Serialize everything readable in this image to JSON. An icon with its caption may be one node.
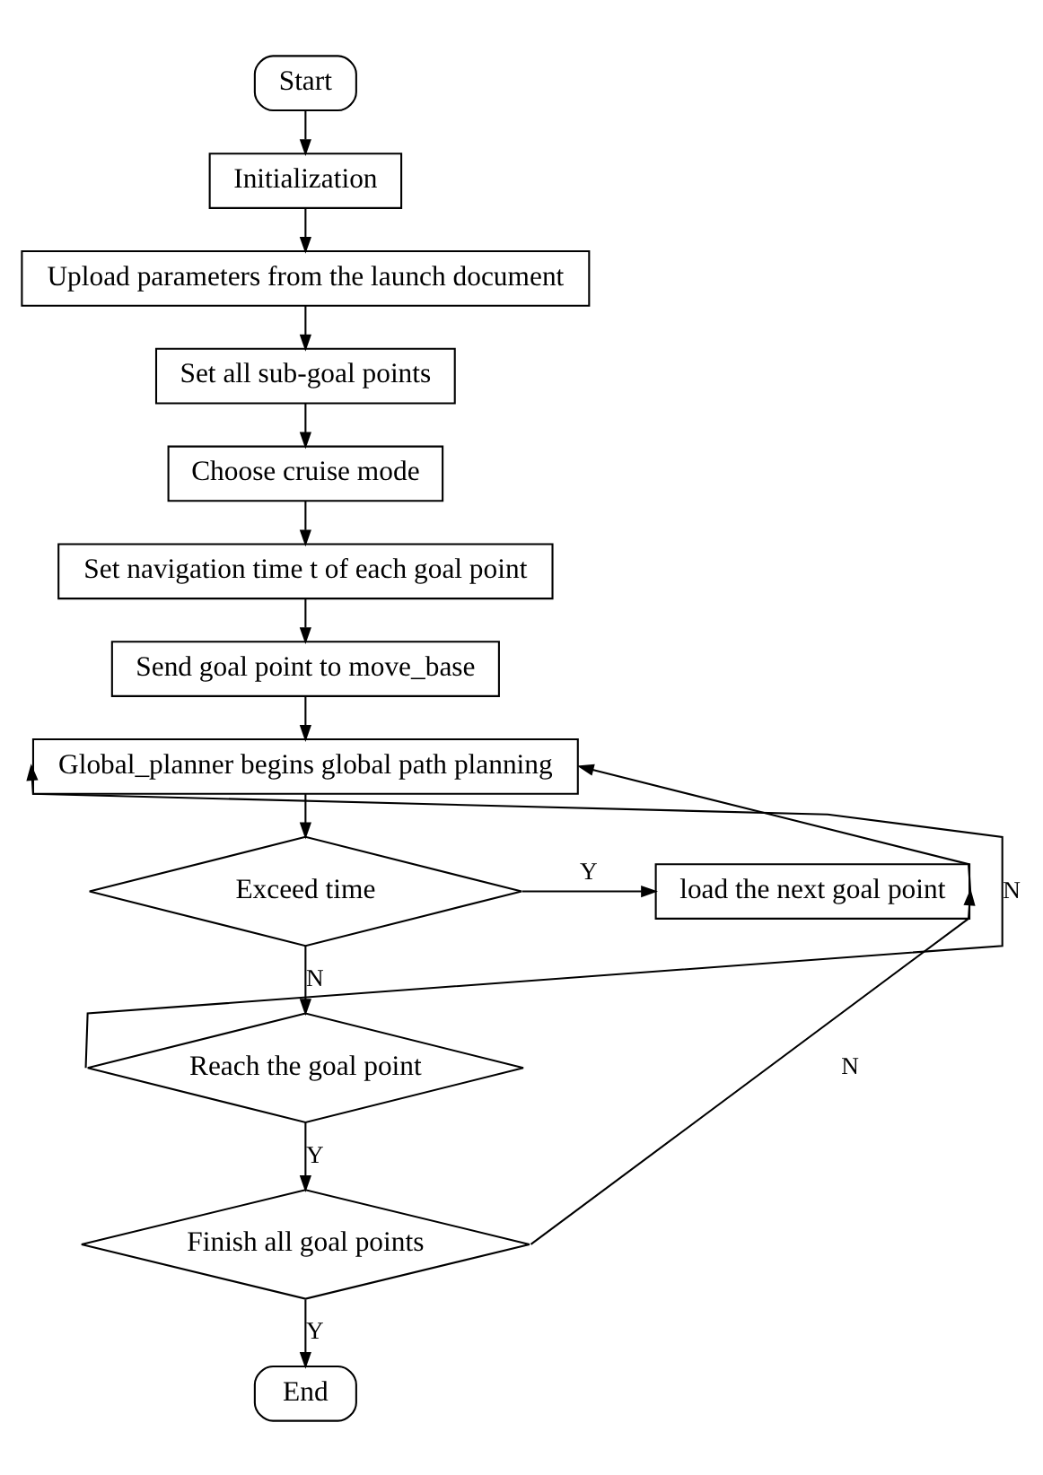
{
  "diagram": {
    "nodes": [
      {
        "text": [
          "Start"
        ]
      },
      {
        "text": [
          "Initialization"
        ]
      },
      {
        "text": [
          "Upload parameters from the launch document"
        ]
      },
      {
        "text": [
          "Set all sub-goal points"
        ]
      },
      {
        "text": [
          "Choose cruise mode"
        ]
      },
      {
        "text": [
          "Set navigation time t of each goal point"
        ]
      },
      {
        "text": [
          "Send goal point to move_base"
        ]
      },
      {
        "text": [
          "Global_planner begins global path planning"
        ]
      },
      {
        "text": [
          "Exceed time"
        ]
      },
      {
        "text": [
          "load the next goal point"
        ]
      },
      {
        "text": [
          "Reach the goal point"
        ]
      },
      {
        "text": [
          "Finish all goal points"
        ]
      },
      {
        "text": [
          "End"
        ]
      }
    ],
    "edges": [
      {
        "from": 0,
        "to": 1,
        "arrow": "to"
      },
      {
        "from": 1,
        "to": 2,
        "arrow": "to"
      },
      {
        "from": 2,
        "to": 3,
        "arrow": "to"
      },
      {
        "from": 3,
        "to": 4,
        "arrow": "to"
      },
      {
        "from": 4,
        "to": 5,
        "arrow": "to"
      },
      {
        "from": 5,
        "to": 6,
        "arrow": "to"
      },
      {
        "from": 6,
        "to": 7,
        "arrow": "to"
      },
      {
        "from": 7,
        "to": 8,
        "arrow": "to"
      },
      {
        "from": 8,
        "to": 9,
        "arrow": "to",
        "label": "Y"
      },
      {
        "from": 8,
        "to": 10,
        "arrow": "to",
        "label": "N"
      },
      {
        "from": 10,
        "to": 7,
        "arrow": "to",
        "label": "N"
      },
      {
        "from": 10,
        "to": 11,
        "arrow": "to",
        "label": "Y"
      },
      {
        "from": 11,
        "to": 9,
        "arrow": "to",
        "label": "N"
      },
      {
        "from": 11,
        "to": 12,
        "arrow": "to",
        "label": "Y"
      },
      {
        "from": 9,
        "to": 7,
        "arrow": "to"
      }
    ]
  }
}
